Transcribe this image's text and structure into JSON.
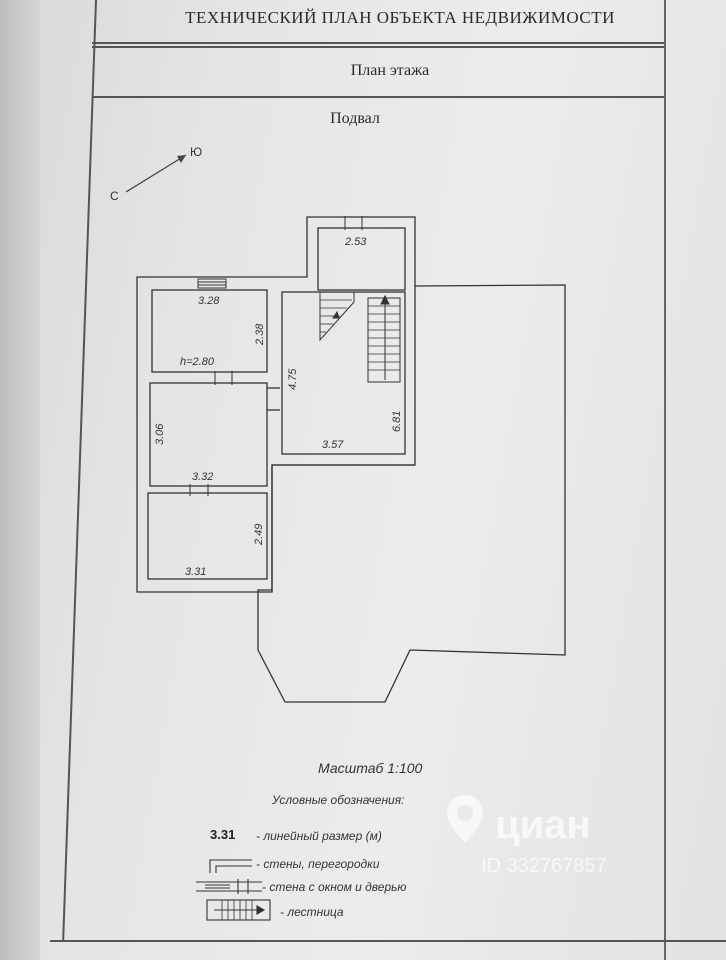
{
  "header": {
    "title": "ТЕХНИЧЕСКИЙ ПЛАН ОБЪЕКТА НЕДВИЖИМОСТИ",
    "subtitle": "План этажа",
    "floor_name": "Подвал"
  },
  "compass": {
    "south": "Ю",
    "north": "С"
  },
  "dimensions": {
    "top_room_width": "2.53",
    "room1_width": "3.28",
    "room1_depth": "2.38",
    "room1_height": "h=2.80",
    "stair_hall_side": "4.75",
    "stair_hall_depth": "6.81",
    "stair_hall_width": "3.57",
    "room2_depth": "3.06",
    "room2_width": "3.32",
    "room3_depth": "2.49",
    "room3_width": "3.31"
  },
  "scale_text": "Масштаб 1:100",
  "legend": {
    "title": "Условные обозначения:",
    "sample_dimension": "3.31",
    "items": [
      "- линейный размер (м)",
      "- стены, перегородки",
      "- стена с окном и дверью",
      "- лестница"
    ]
  },
  "watermark": {
    "brand": "циан",
    "id": "ID 332767857"
  }
}
